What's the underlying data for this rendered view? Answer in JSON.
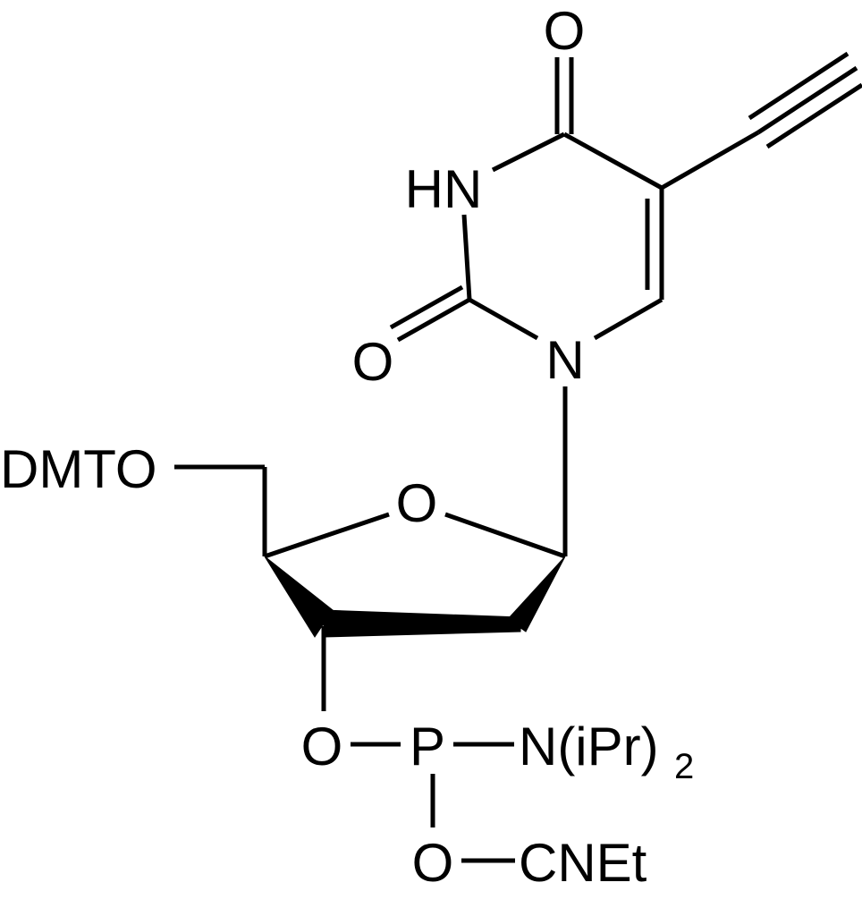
{
  "atoms": {
    "o_top": "O",
    "hn": "HN",
    "o_left": "O",
    "n_ring": "N",
    "dmto": "DMTO",
    "o_sugar": "O",
    "o_phos": "O",
    "p": "P",
    "n_ipr": "N(iPr)",
    "n_ipr_sub": "2",
    "o_cne": "O",
    "cnet": "CNEt"
  },
  "colors": {
    "ink": "#000000",
    "background": "#ffffff"
  }
}
